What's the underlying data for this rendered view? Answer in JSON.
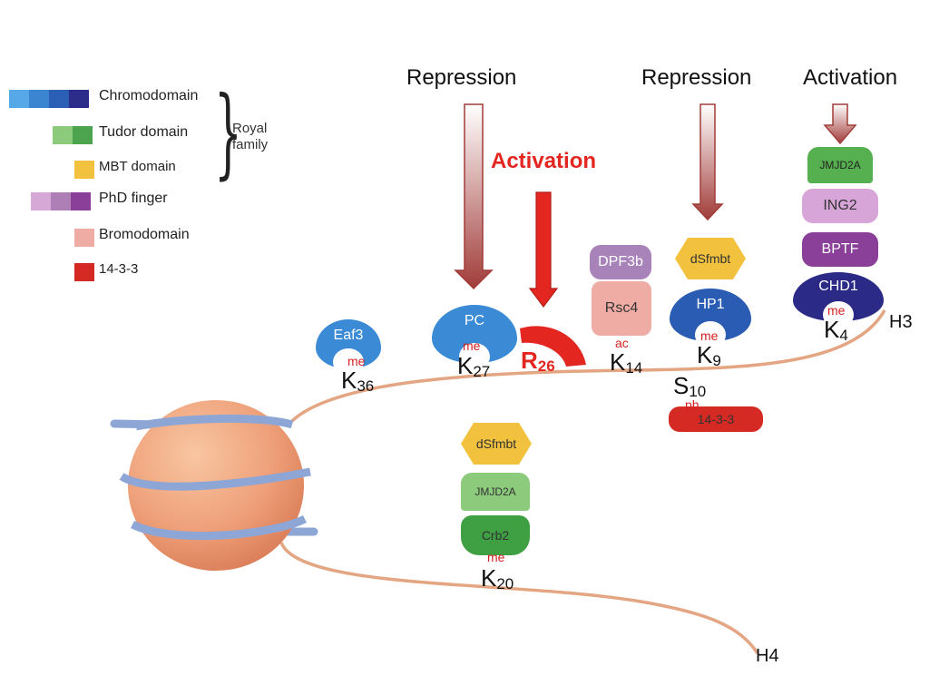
{
  "legend": {
    "chromodomain": "Chromodomain",
    "tudor": "Tudor domain",
    "mbt": "MBT domain",
    "royal_family": "Royal\nfamily",
    "phd": "PhD finger",
    "bromo": "Bromodomain",
    "fourteen33": "14-3-3"
  },
  "headers": {
    "repression_1": "Repression",
    "repression_2": "Repression",
    "activation_top": "Activation",
    "activation_red": "Activation"
  },
  "modules": {
    "eaf3": "Eaf3",
    "pc": "PC",
    "dpf3b": "DPF3b",
    "rsc4": "Rsc4",
    "dsfmbt_h3": "dSfmbt",
    "hp1": "HP1",
    "jmjd2a_h3": "JMJD2A",
    "ing2": "ING2",
    "bptf": "BPTF",
    "chd1": "CHD1",
    "fourteen33": "14-3-3",
    "dsfmbt_h4": "dSfmbt",
    "jmjd2a_h4": "JMJD2A",
    "crb2": "Crb2"
  },
  "residues": {
    "k36": {
      "letter": "K",
      "num": "36",
      "mod": "me"
    },
    "k27": {
      "letter": "K",
      "num": "27",
      "mod": "me"
    },
    "r26": {
      "letter": "R",
      "num": "26"
    },
    "k14": {
      "letter": "K",
      "num": "14",
      "mod": "ac"
    },
    "k9": {
      "letter": "K",
      "num": "9",
      "mod": "me"
    },
    "s10": {
      "letter": "S",
      "num": "10",
      "mod": "ph"
    },
    "k4": {
      "letter": "K",
      "num": "4",
      "mod": "me"
    },
    "k20": {
      "letter": "K",
      "num": "20",
      "mod": "me"
    }
  },
  "tails": {
    "h3": "H3",
    "h4": "H4"
  },
  "colors": {
    "chromodomain": "#3a8ad6",
    "tudor": "#54ad52",
    "mbt": "#f2c23f",
    "phd": "#8a3f98",
    "bromo": "#efaca4",
    "fourteen33": "#d52a23",
    "activation_red": "#e32620",
    "tail": "#e4a582",
    "arrow_dark": "#a13c39"
  }
}
